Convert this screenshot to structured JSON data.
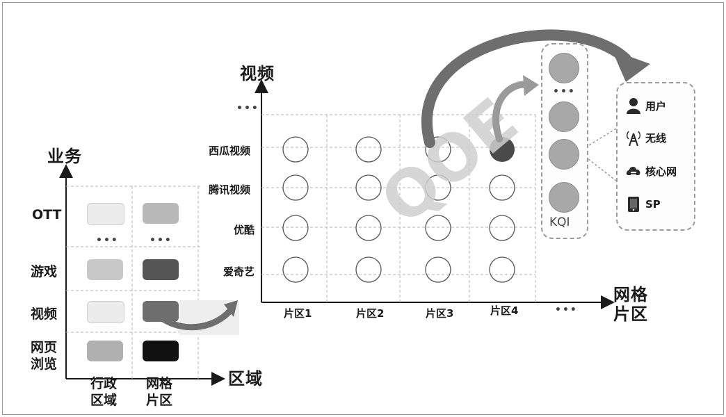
{
  "left": {
    "y_axis": "业务",
    "x_axis": "区域",
    "rows": [
      "OTT",
      "游戏",
      "视频",
      "网页\n浏览"
    ],
    "cols": [
      "行政\n区域",
      "网格\n片区"
    ],
    "ellipsis": "•••"
  },
  "right": {
    "y_axis": "视频",
    "x_axis": "网格\n片区",
    "rows": [
      "西瓜视频",
      "腾讯视频",
      "优酷",
      "爱奇艺"
    ],
    "cols": [
      "片区1",
      "片区2",
      "片区3",
      "片区4"
    ],
    "ellipsis": "•••",
    "watermark": "QOE"
  },
  "kqi": {
    "label": "KQI",
    "ellipsis": "•••"
  },
  "legend": {
    "items": [
      {
        "icon": "user-icon",
        "label": "用户"
      },
      {
        "icon": "wireless-tower-icon",
        "label": "无线"
      },
      {
        "icon": "core-network-icon",
        "label": "核心网"
      },
      {
        "icon": "sp-icon",
        "label": "SP"
      }
    ]
  },
  "colors": {
    "chip_light": "#e6e6e6",
    "chip_mid": "#b9b9b9",
    "chip_dark": "#555555",
    "chip_darker": "#3a3a3a",
    "chip_black": "#111111",
    "arrow": "#6e6e6e",
    "grid": "#b5b5b5"
  }
}
